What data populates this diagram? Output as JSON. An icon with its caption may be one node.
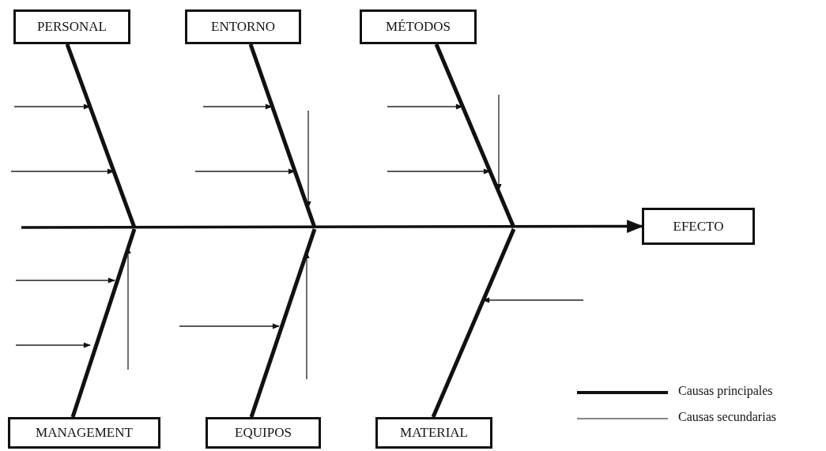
{
  "diagram": {
    "nodes": [
      {
        "text": [
          "PERSONAL"
        ]
      },
      {
        "text": [
          "ENTORNO"
        ]
      },
      {
        "text": [
          "MÉTODOS"
        ]
      },
      {
        "text": [
          "EFECTO"
        ]
      },
      {
        "text": [
          "MANAGEMENT"
        ]
      },
      {
        "text": [
          "EQUIPOS"
        ]
      },
      {
        "text": [
          "MATERIAL"
        ]
      }
    ],
    "edges": [
      {
        "from": null,
        "to": 3,
        "arrow": "to"
      },
      {
        "from": 0,
        "to": null,
        "arrow": "none"
      },
      {
        "from": 1,
        "to": null,
        "arrow": "none"
      },
      {
        "from": 2,
        "to": null,
        "arrow": "none"
      },
      {
        "from": 4,
        "to": null,
        "arrow": "none"
      },
      {
        "from": 5,
        "to": null,
        "arrow": "none"
      },
      {
        "from": 6,
        "to": null,
        "arrow": "none"
      }
    ],
    "legend": [
      {
        "text": "Causas principales"
      },
      {
        "text": "Causas secundarias"
      }
    ]
  }
}
